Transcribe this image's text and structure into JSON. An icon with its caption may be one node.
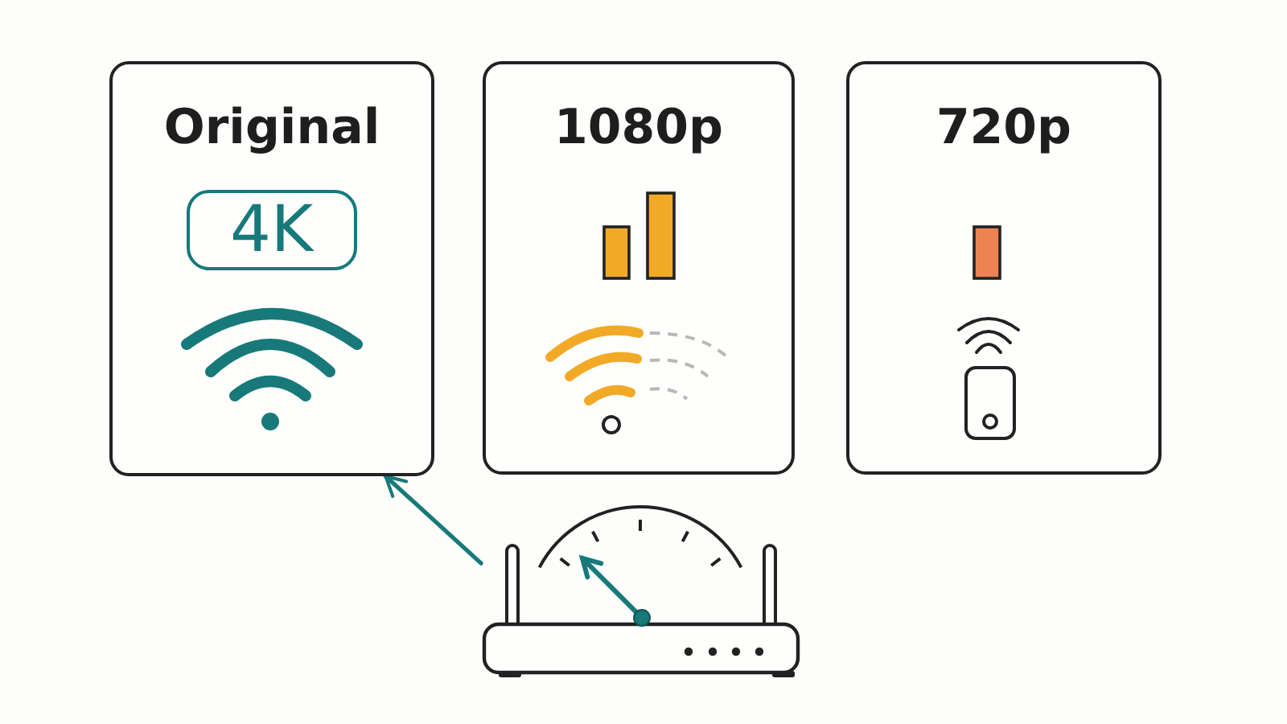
{
  "diagram": {
    "nodes": [
      {
        "text": [
          "Original"
        ]
      },
      {
        "text": [
          "4K"
        ],
        "in": 0
      },
      {
        "text": [
          "1080p"
        ]
      },
      {
        "text": [
          "720p"
        ]
      },
      {
        "text": [],
        "shape": "picture"
      }
    ],
    "edges": [
      {
        "from": 4,
        "to": 0,
        "arrow": "to",
        "color": "#17797a"
      }
    ]
  }
}
